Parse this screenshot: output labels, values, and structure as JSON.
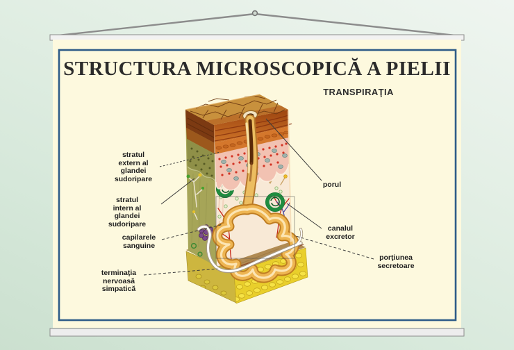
{
  "poster": {
    "title": "STRUCTURA MICROSCOPICĂ A PIELII",
    "subtitle": "TRANSPIRAŢIA",
    "labels": {
      "stratul_extern": "stratul\nextern al\nglandei\nsudoripare",
      "stratul_intern": "stratul\nintern al\nglandei\nsudoripare",
      "capilarele": "capilarele\nsanguine",
      "terminatia": "terminaţia\nnervoasă\nsimpatică",
      "porul": "porul",
      "canalul": "canalul\nexcretor",
      "portiunea": "porţiunea\nsecretoare"
    }
  },
  "colors": {
    "background_green": "#dcebdd",
    "poster_cream": "#fdf9de",
    "border_navy": "#2e5c88",
    "rail_gray": "#efefef",
    "title_ink": "#2b2b2b",
    "epidermis_brown": "#b05015",
    "epidermis_orange": "#d4772c",
    "epidermis_pink": "#f2c2b2",
    "dermis_cream": "#f8e9d6",
    "side_olive": "#a6a558",
    "fat_yellow": "#e9cf2b",
    "gland_orange": "#eeb552",
    "gland_green": "#1f8c3f",
    "capillary_red": "#c62718",
    "nerve_white": "#ffffff"
  }
}
